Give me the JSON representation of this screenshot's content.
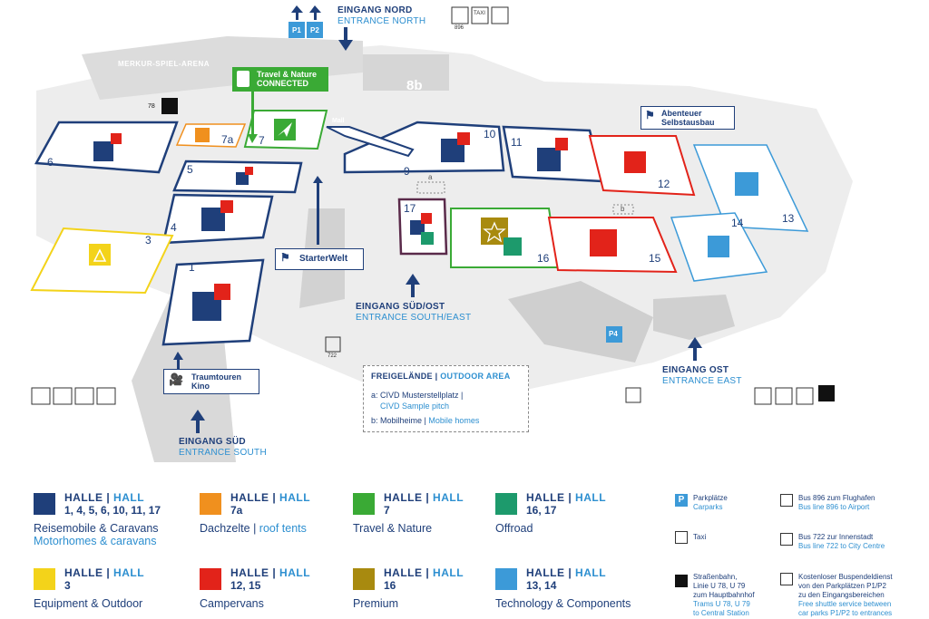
{
  "venue": {
    "top_label": "MERKUR-SPIEL-ARENA",
    "hall_8b": "8b",
    "mall": "Mall"
  },
  "halls": {
    "h1": "1",
    "h3": "3",
    "h4": "4",
    "h5": "5",
    "h6": "6",
    "h7": "7",
    "h7a": "7a",
    "h9": "9",
    "h10": "10",
    "h11": "11",
    "h12": "12",
    "h13": "13",
    "h14": "14",
    "h15": "15",
    "h16": "16",
    "h17": "17"
  },
  "entrances": {
    "north": {
      "de": "EINGANG NORD",
      "en": "ENTRANCE NORTH"
    },
    "south_east": {
      "de": "EINGANG SÜD/OST",
      "en": "ENTRANCE SOUTH/EAST"
    },
    "east": {
      "de": "EINGANG OST",
      "en": "ENTRANCE EAST"
    },
    "south": {
      "de": "EINGANG SÜD",
      "en": "ENTRANCE SOUTH"
    }
  },
  "callouts": {
    "travel_nature": {
      "line1": "Travel & Nature",
      "line2": "CONNECTED"
    },
    "abenteuer": {
      "line1": "Abenteuer",
      "line2": "Selbstausbau"
    },
    "starterwelt": "StarterWelt",
    "traumtouren": {
      "line1": "Traumtouren",
      "line2": "Kino"
    }
  },
  "outdoor_area": {
    "title_de": "FREIGELÄNDE",
    "title_en": "OUTDOOR AREA",
    "a_de": "a: CIVD Musterstellplatz",
    "a_en": "CIVD Sample pitch",
    "b_de": "b: Mobilheime",
    "b_en": "Mobile homes",
    "marker_a": "a",
    "marker_b": "b"
  },
  "service_icons": {
    "p1": "P1",
    "p2": "P2",
    "bus896": "896",
    "bus722": "722",
    "tram78": "78",
    "taxi": "TAXI",
    "parking": "P",
    "p4": "P4"
  },
  "legend": {
    "halle": "HALLE",
    "hall": "HALL",
    "items": [
      {
        "nums": "1, 4, 5, 6, 10, 11, 17",
        "name_de": "Reisemobile & Caravans",
        "name_en": "Motorhomes & caravans",
        "color": "#1f3f7a",
        "icon": "motorhome-icon"
      },
      {
        "nums": "7a",
        "name_de": "Dachzelte",
        "name_en": "roof tents",
        "color": "#f0901e",
        "icon": "roof-tent-icon"
      },
      {
        "nums": "7",
        "name_de": "Travel & Nature",
        "name_en": "",
        "color": "#3aaa35",
        "icon": "navigation-arrow-icon"
      },
      {
        "nums": "16, 17",
        "name_de": "Offroad",
        "name_en": "",
        "color": "#1d9a6c",
        "icon": "offroad-van-icon"
      },
      {
        "nums": "3",
        "name_de": "Equipment & Outdoor",
        "name_en": "",
        "color": "#f3d31a",
        "icon": "tent-icon"
      },
      {
        "nums": "12, 15",
        "name_de": "Campervans",
        "name_en": "",
        "color": "#e2231a",
        "icon": "campervan-icon"
      },
      {
        "nums": "16",
        "name_de": "Premium",
        "name_en": "",
        "color": "#a88a0f",
        "icon": "star-icon"
      },
      {
        "nums": "13, 14",
        "name_de": "Technology & Components",
        "name_en": "",
        "color": "#3c9ad8",
        "icon": "smartphone-icon"
      }
    ]
  },
  "services": {
    "parking": {
      "de": "Parkplätze",
      "en": "Carparks"
    },
    "taxi": {
      "de": "Taxi"
    },
    "tram": {
      "l1": "Straßenbahn,",
      "l2": "Linie U 78, U 79",
      "l3": "zum Hauptbahnhof",
      "en1": "Trams U 78, U 79",
      "en2": "to Central Station"
    },
    "bus896": {
      "de": "Bus 896 zum Flughafen",
      "en": "Bus line 896 to Airport"
    },
    "bus722": {
      "de": "Bus 722 zur Innenstadt",
      "en": "Bus line 722 to City Centre"
    },
    "shuttle": {
      "l1": "Kostenloser Buspendeldienst",
      "l2": "von den Parkplätzen P1/P2",
      "l3": "zu den Eingangsbereichen",
      "en1": "Free shuttle service between",
      "en2": "car parks P1/P2 to entrances"
    }
  }
}
